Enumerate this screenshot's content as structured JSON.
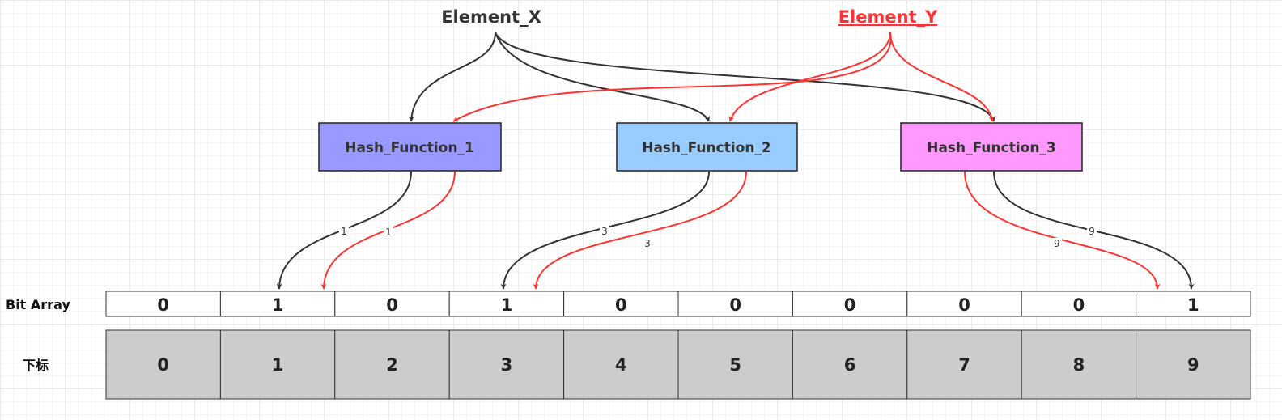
{
  "element_x": {
    "label": "Element_X",
    "color": "#333333"
  },
  "element_y": {
    "label": "Element_Y",
    "color": "#ff3333"
  },
  "hash_functions": [
    {
      "label": "Hash_Function_1",
      "color": "#9999ff"
    },
    {
      "label": "Hash_Function_2",
      "color": "#99ccff"
    },
    {
      "label": "Hash_Function_3",
      "color": "#ff99ff"
    }
  ],
  "edge_labels": [
    "1",
    "1",
    "3",
    "3",
    "9",
    "9"
  ],
  "bit_array": {
    "label": "Bit Array",
    "values": [
      "0",
      "1",
      "0",
      "1",
      "0",
      "0",
      "0",
      "0",
      "0",
      "1"
    ]
  },
  "index_row": {
    "label": "下标",
    "values": [
      "0",
      "1",
      "2",
      "3",
      "4",
      "5",
      "6",
      "7",
      "8",
      "9"
    ],
    "color": "#cccccc"
  }
}
